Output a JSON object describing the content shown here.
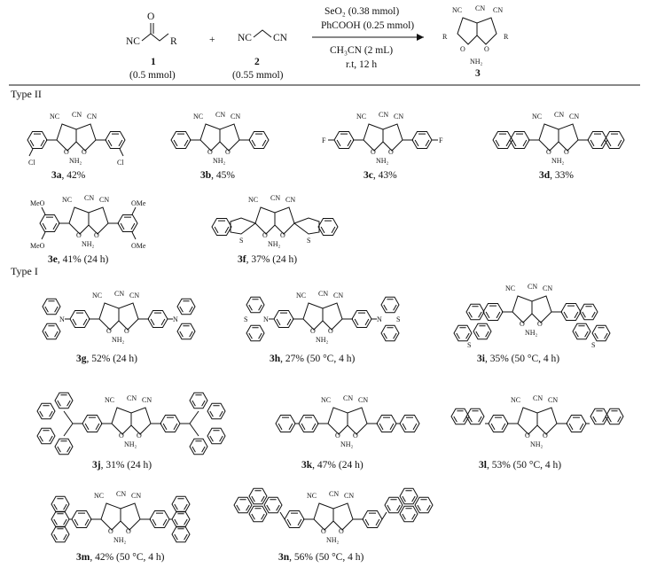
{
  "reaction": {
    "reagent1": {
      "number": "1",
      "amount": "(0.5 mmol)",
      "group_cn": "NC",
      "group_o": "O",
      "group_r": "R"
    },
    "plus": "+",
    "reagent2": {
      "number": "2",
      "amount": "(0.55 mmol)",
      "group_cn_left": "NC",
      "group_cn_right": "CN"
    },
    "conditions_above": [
      "SeO₂ (0.38 mmol)",
      "PhCOOH (0.25 mmol)"
    ],
    "conditions_below": [
      "CH₃CN (2 mL)",
      "r.t, 12 h"
    ],
    "product": {
      "number": "3",
      "groups": [
        "NC",
        "CN",
        "CN",
        "R",
        "R",
        "O",
        "O",
        "NH₂"
      ]
    }
  },
  "core_labels": {
    "nc": "NC",
    "cn": "CN",
    "o": "O",
    "nh2": "NH₂"
  },
  "substituent_labels": {
    "cl": "Cl",
    "f": "F",
    "ome": "MeO",
    "ome_r": "OMe",
    "s": "S",
    "n": "N"
  },
  "sections": [
    {
      "title": "Type II",
      "compounds": [
        {
          "id": "3a",
          "yield": ", 42%",
          "note": ""
        },
        {
          "id": "3b",
          "yield": ", 45%",
          "note": ""
        },
        {
          "id": "3c",
          "yield": ", 43%",
          "note": ""
        },
        {
          "id": "3d",
          "yield": ", 33%",
          "note": ""
        },
        {
          "id": "3e",
          "yield": ", 41%",
          "note": "(24 h)"
        },
        {
          "id": "3f",
          "yield": ", 37%",
          "note": "(24 h)"
        }
      ]
    },
    {
      "title": "Type I",
      "compounds": [
        {
          "id": "3g",
          "yield": ", 52%",
          "note": "(24 h)"
        },
        {
          "id": "3h",
          "yield": ", 27%",
          "note": "(50 °C, 4 h)"
        },
        {
          "id": "3i",
          "yield": ", 35%",
          "note": "(50 °C, 4 h)"
        },
        {
          "id": "3j",
          "yield": ", 31%",
          "note": "(24 h)"
        },
        {
          "id": "3k",
          "yield": ", 47%",
          "note": "(24 h)"
        },
        {
          "id": "3l",
          "yield": ", 53%",
          "note": "(50 °C, 4 h)"
        },
        {
          "id": "3m",
          "yield": ", 42%",
          "note": "(50 °C, 4 h)"
        },
        {
          "id": "3n",
          "yield": ", 56%",
          "note": "(50 °C, 4 h)"
        }
      ]
    }
  ]
}
